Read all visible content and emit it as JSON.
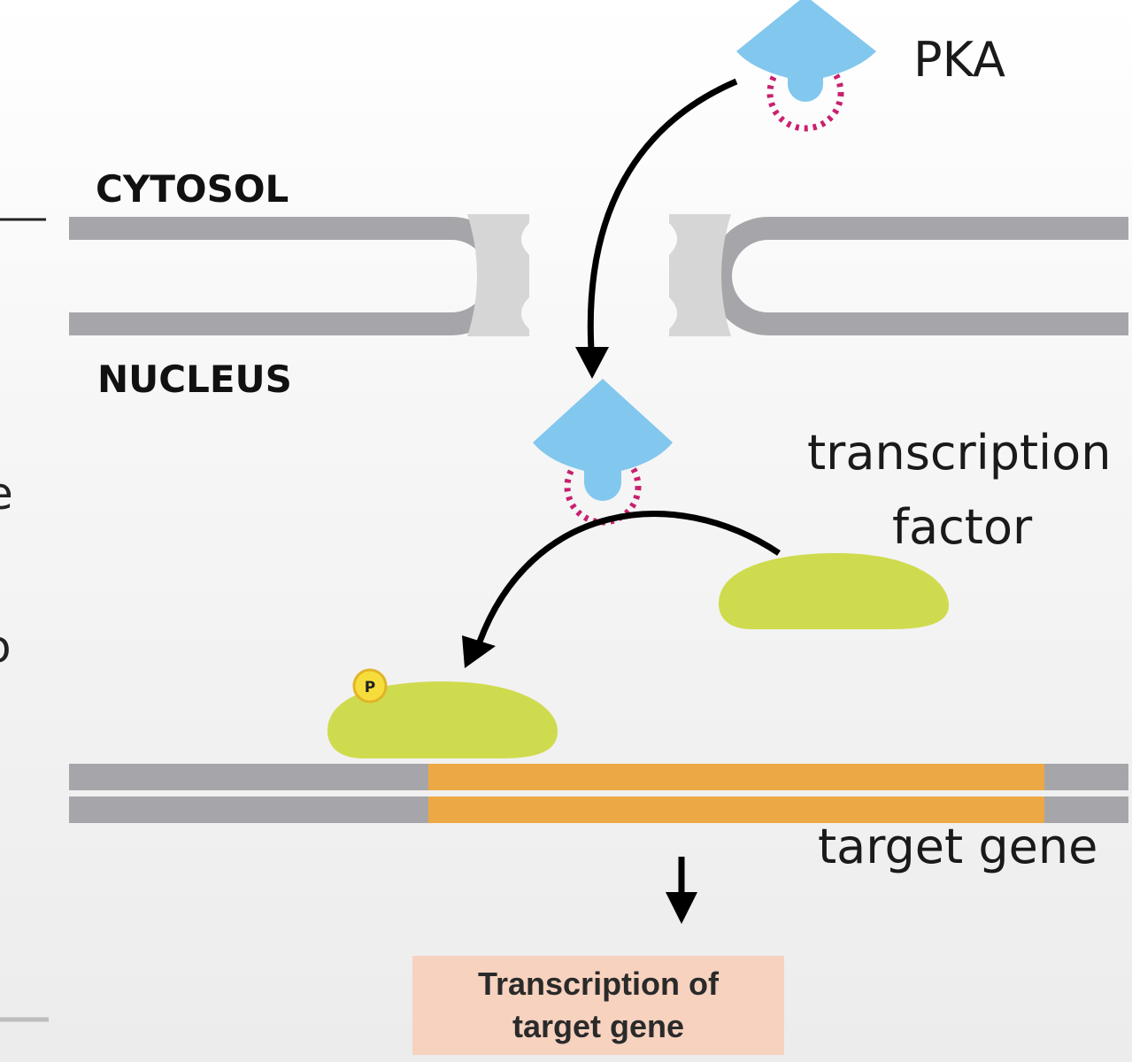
{
  "labels": {
    "cytosol": "CYTOSOL",
    "nucleus": "NUCLEUS",
    "pka": "PKA",
    "transcription_factor_line1": "transcription",
    "transcription_factor_line2": "factor",
    "target_gene": "target gene",
    "phosphate": "P",
    "result_line1": "Transcription of",
    "result_line2": "target gene"
  },
  "colors": {
    "pka_blue": "#82c7ee",
    "camp_magenta": "#c8206e",
    "tf_green": "#cfdb4e",
    "phosphate_yellow": "#f6dd3c",
    "membrane_gray": "#a6a6aa",
    "pore_gray": "#d6d6d6",
    "gene_orange": "#eda846",
    "result_box": "#f7d2bf"
  }
}
